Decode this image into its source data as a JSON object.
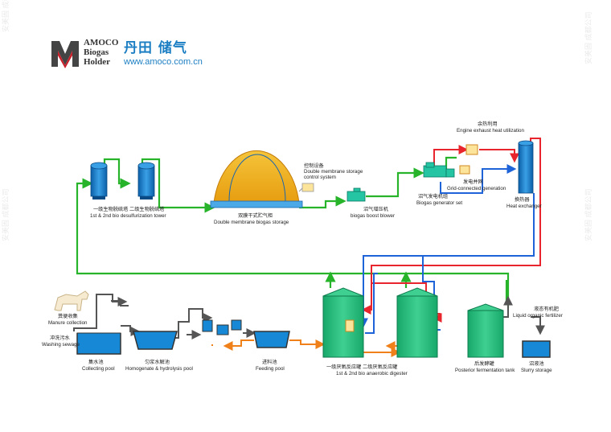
{
  "brand": {
    "logo_text": "AMOCO",
    "logo_line2": "Biogas",
    "logo_line3": "Holder",
    "cn_name": "丹田 储气",
    "url": "www.amoco.com.cn"
  },
  "watermark": "安美固 成都公司",
  "labels": {
    "desulf_cn": "一级生物脱硫塔   二级生物脱硫塔",
    "desulf_en": "1st & 2nd bio desulfurization tower",
    "storage_cn": "双膜干式贮气柜",
    "storage_en": "Double membrane biogas storage",
    "control_cn": "控制设备",
    "control_en1": "Double membrane storage",
    "control_en2": "control system",
    "blower_cn": "沼气增压机",
    "blower_en": "biogas boost blower",
    "generator_cn": "沼气发电机组",
    "generator_en": "Biogas generator set",
    "grid_cn": "发电并网",
    "grid_en": "Grid-connected generation",
    "heat_use_cn": "余热利用",
    "heat_use_en": "Engine exhaust heat utilization",
    "exchanger_cn": "换热器",
    "exchanger_en": "Heat exchanger",
    "manure_cn": "粪便收集",
    "manure_en": "Manure collection",
    "washing_cn": "冲洗污水",
    "washing_en": "Washing sewage",
    "collecting_cn": "集水池",
    "collecting_en": "Collecting pool",
    "homog_cn": "匀浆水解池",
    "homog_en": "Homogenate & hydrolysis pool",
    "feeding_cn": "进料池",
    "feeding_en": "Feeding pool",
    "digester_cn": "一级厌氧反应罐   二级厌氧反应罐",
    "digester_en": "1st & 2nd bio anaerobic digester",
    "posterior_cn": "后发酵罐",
    "posterior_en": "Posterior fermentation tank",
    "fertilizer_cn": "液态有机肥",
    "fertilizer_en": "Liquid organic fertilizer",
    "slurry_cn": "沼液池",
    "slurry_en": "Slurry storage"
  },
  "colors": {
    "gas_line": "#27b42b",
    "hot_line": "#e8242c",
    "cold_line": "#1f63d8",
    "sludge_line": "#f08019",
    "waste_line": "#555555",
    "equipment_fill": "#1688d5",
    "storage_dome": "#f2b51b"
  }
}
